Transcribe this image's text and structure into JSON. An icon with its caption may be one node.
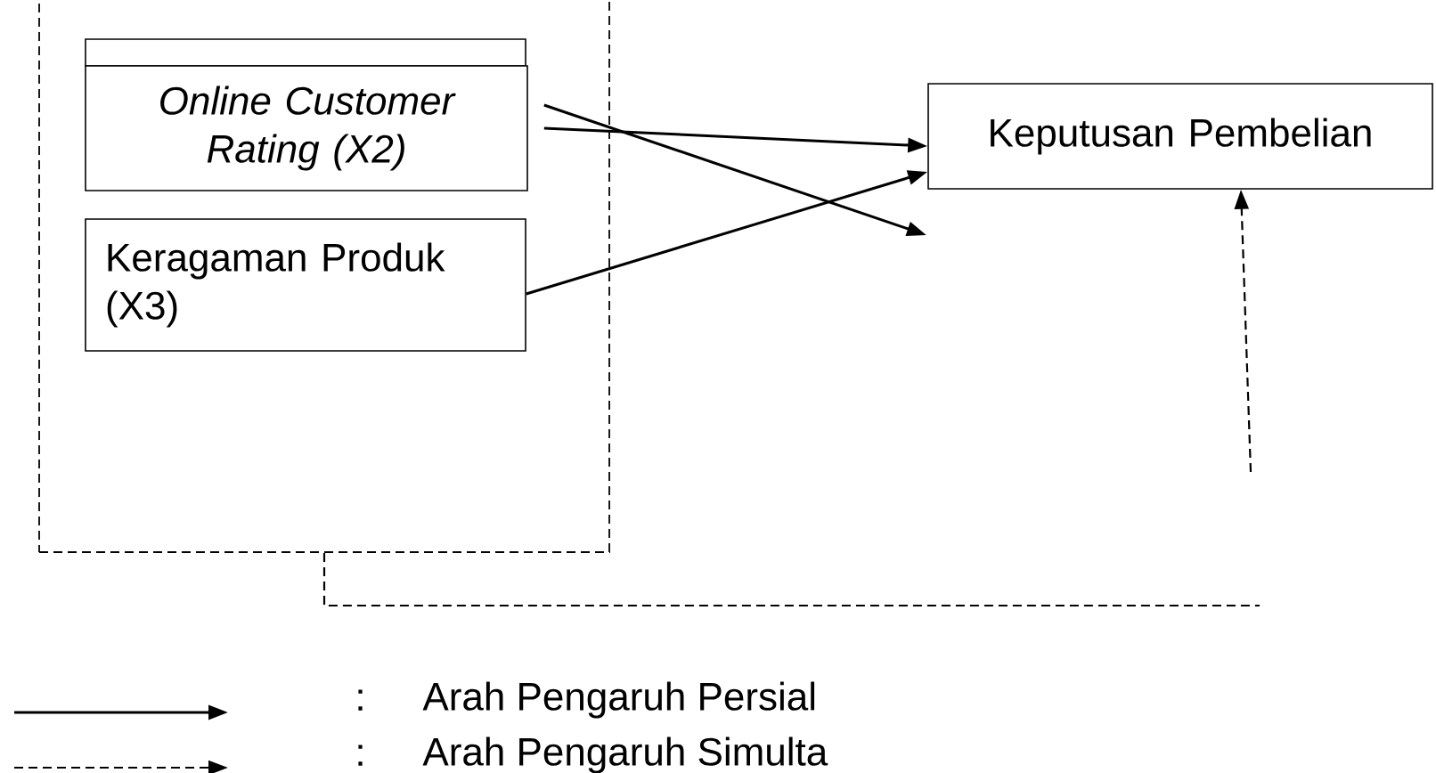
{
  "diagram": {
    "nodes": [
      {
        "text": [],
        "shape": "box"
      },
      {
        "text": [],
        "shape": "box",
        "in": 0
      },
      {
        "text": [
          "*Online Customer Rating* (X2)"
        ],
        "in": 0
      },
      {
        "text": [
          "Keragaman Produk (X3)"
        ],
        "in": 0
      },
      {
        "text": [
          "Keputusan Pembelian"
        ]
      }
    ],
    "edges": [
      {
        "from": 2,
        "to": 4,
        "arrow": "to"
      },
      {
        "from": 2,
        "to": null,
        "arrow": "to"
      },
      {
        "from": 3,
        "to": 4,
        "arrow": "to"
      },
      {
        "from": null,
        "to": 4,
        "arrow": "to",
        "style": "dashed"
      },
      {
        "from": 0,
        "to": null,
        "arrow": "none",
        "style": "dashed"
      }
    ],
    "labels": [
      ":",
      ":"
    ],
    "legend": [
      {
        "text": "Arah Pengaruh Persial"
      },
      {
        "text": "Arah Pengaruh Simulta"
      }
    ]
  }
}
